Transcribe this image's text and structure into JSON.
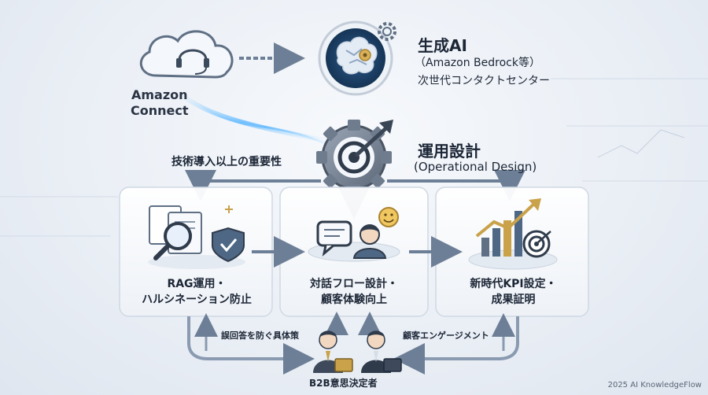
{
  "amazon_connect": {
    "line1": "Amazon",
    "line2": "Connect"
  },
  "genai": {
    "title": "生成AI",
    "subtitle": "（Amazon Bedrock等）",
    "caption": "次世代コンタクトセンター"
  },
  "operations": {
    "title": "運用設計",
    "subtitle": "(Operational Design)"
  },
  "importance_label": "技術導入以上の重要性",
  "cards": [
    {
      "line1": "RAG運用・",
      "line2": "ハルシネーション防止"
    },
    {
      "line1": "対話フロー設計・",
      "line2": "顧客体験向上"
    },
    {
      "line1": "新時代KPI設定・",
      "line2": "成果証明"
    }
  ],
  "bottom": {
    "left_label": "誤回答を防ぐ具体策",
    "right_label": "顧客エンゲージメント",
    "decision_makers": "B2B意思決定者"
  },
  "footer": "2025 AI KnowledgeFlow",
  "colors": {
    "accent_blue": "#2f74c0",
    "arrow_gray": "#6d7f96",
    "gold": "#c9a24a"
  }
}
